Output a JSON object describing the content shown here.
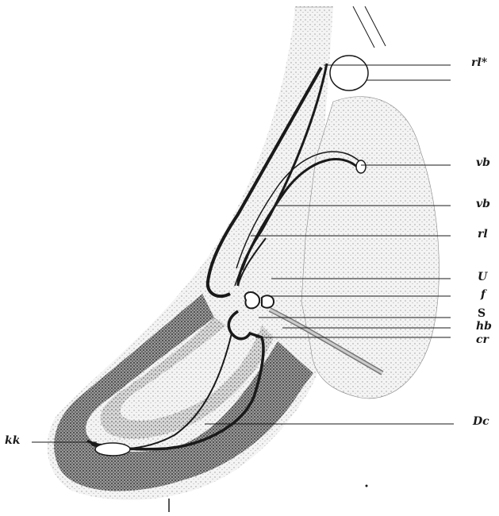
{
  "figure": {
    "labels": {
      "rl_star": "rl*",
      "vb_1": "vb",
      "vb_2": "vb",
      "rl": "rl",
      "U": "U",
      "f": "f",
      "S": "S",
      "hb": "hb",
      "cr": "cr",
      "Dc": "Dc",
      "kk": "kk"
    },
    "colors": {
      "ink": "#1a1a1a",
      "stipple_light": "#cfcfcf",
      "stipple_dark": "#7a7a7a",
      "paper": "#ffffff"
    }
  }
}
